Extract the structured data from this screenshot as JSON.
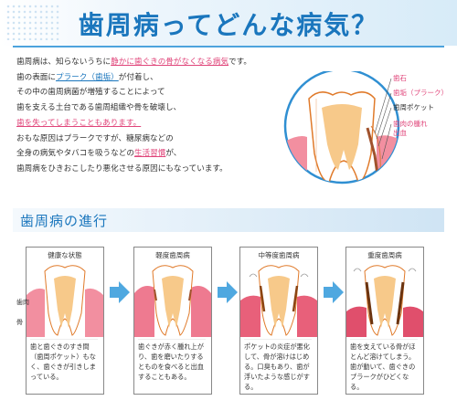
{
  "header": {
    "title": "歯周病ってどんな病気？"
  },
  "intro": {
    "line1_pre": "歯周病は、知らないうちに",
    "line1_hl": "静かに歯ぐきの骨がなくなる病気",
    "line1_post": "です。",
    "line2_pre": "歯の表面に",
    "line2_hl": "プラーク（歯垢）",
    "line2_post": "が付着し、",
    "line3": "その中の歯周病菌が増殖することによって",
    "line4": "歯を支える土台である歯周組織や骨を破壊し、",
    "line5": "歯を失ってしまうこともあります。",
    "line6": "おもな原因はプラークですが、糖尿病などの",
    "line7_pre": "全身の病気やタバコを吸うなどの",
    "line7_hl": "生活習慣",
    "line7_post": "が、",
    "line8": "歯周病をひきおこしたり悪化させる原因にもなっています。"
  },
  "diagram": {
    "labels": {
      "l1": "歯石",
      "l2": "歯垢（プラーク）",
      "l3": "歯周ポケット",
      "l4": "歯肉の腫れ",
      "l5": "出血"
    }
  },
  "progression": {
    "section_title": "歯周病の進行",
    "side_labels": {
      "gum": "歯肉",
      "bone": "骨"
    },
    "stages": [
      {
        "title": "健康な状態",
        "desc": "歯と歯ぐきのすき間（歯周ポケット）もなく、歯ぐきが引きしまっている。"
      },
      {
        "title": "軽度歯周病",
        "desc": "歯ぐきが赤く腫れ上がり、歯を磨いたりするとものを食べると出血することもある。"
      },
      {
        "title": "中等度歯周病",
        "desc": "ポケットの炎症が悪化して、骨が溶けはじめる。口臭もあり、歯が浮いたような感じがする。"
      },
      {
        "title": "重度歯周病",
        "desc": "歯を支えている骨がほとんど溶けてしまう。歯が動いて、歯ぐきのプラークがひどくなる。"
      }
    ]
  },
  "colors": {
    "accent": "#1a76bd",
    "highlight": "#e0457a",
    "gum": "#f28fa0",
    "tooth": "#ffffff",
    "pulp": "#f7c98a"
  }
}
